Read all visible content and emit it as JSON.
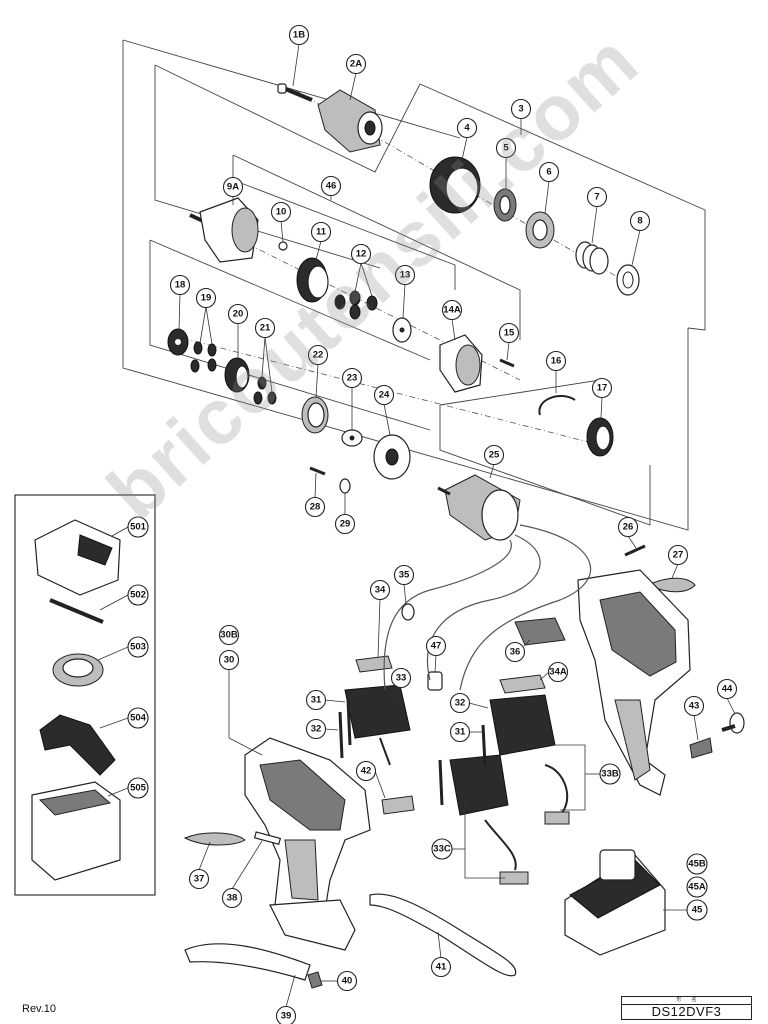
{
  "diagram": {
    "model": "DS12DVF3",
    "model_header": "形　　名",
    "revision": "Rev.10",
    "watermark": "bricoutensili.com"
  },
  "callouts": {
    "c1B": "1B",
    "c2A": "2A",
    "c3": "3",
    "c4": "4",
    "c5": "5",
    "c6": "6",
    "c7": "7",
    "c8": "8",
    "c9A": "9A",
    "c10": "10",
    "c11": "11",
    "c12": "12",
    "c13": "13",
    "c14A": "14A",
    "c15": "15",
    "c16": "16",
    "c17": "17",
    "c18": "18",
    "c19": "19",
    "c20": "20",
    "c21": "21",
    "c22": "22",
    "c23": "23",
    "c24": "24",
    "c25": "25",
    "c26": "26",
    "c27": "27",
    "c28": "28",
    "c29": "29",
    "c30B": "30B",
    "c30": "30",
    "c31a": "31",
    "c31b": "31",
    "c32a": "32",
    "c32b": "32",
    "c33": "33",
    "c33B": "33B",
    "c33C": "33C",
    "c34": "34",
    "c34A": "34A",
    "c35": "35",
    "c36": "36",
    "c37": "37",
    "c38": "38",
    "c39": "39",
    "c40": "40",
    "c41": "41",
    "c42": "42",
    "c43": "43",
    "c44": "44",
    "c45": "45",
    "c45A": "45A",
    "c45B": "45B",
    "c46": "46",
    "c47": "47",
    "c501": "501",
    "c502": "502",
    "c503": "503",
    "c504": "504",
    "c505": "505"
  }
}
